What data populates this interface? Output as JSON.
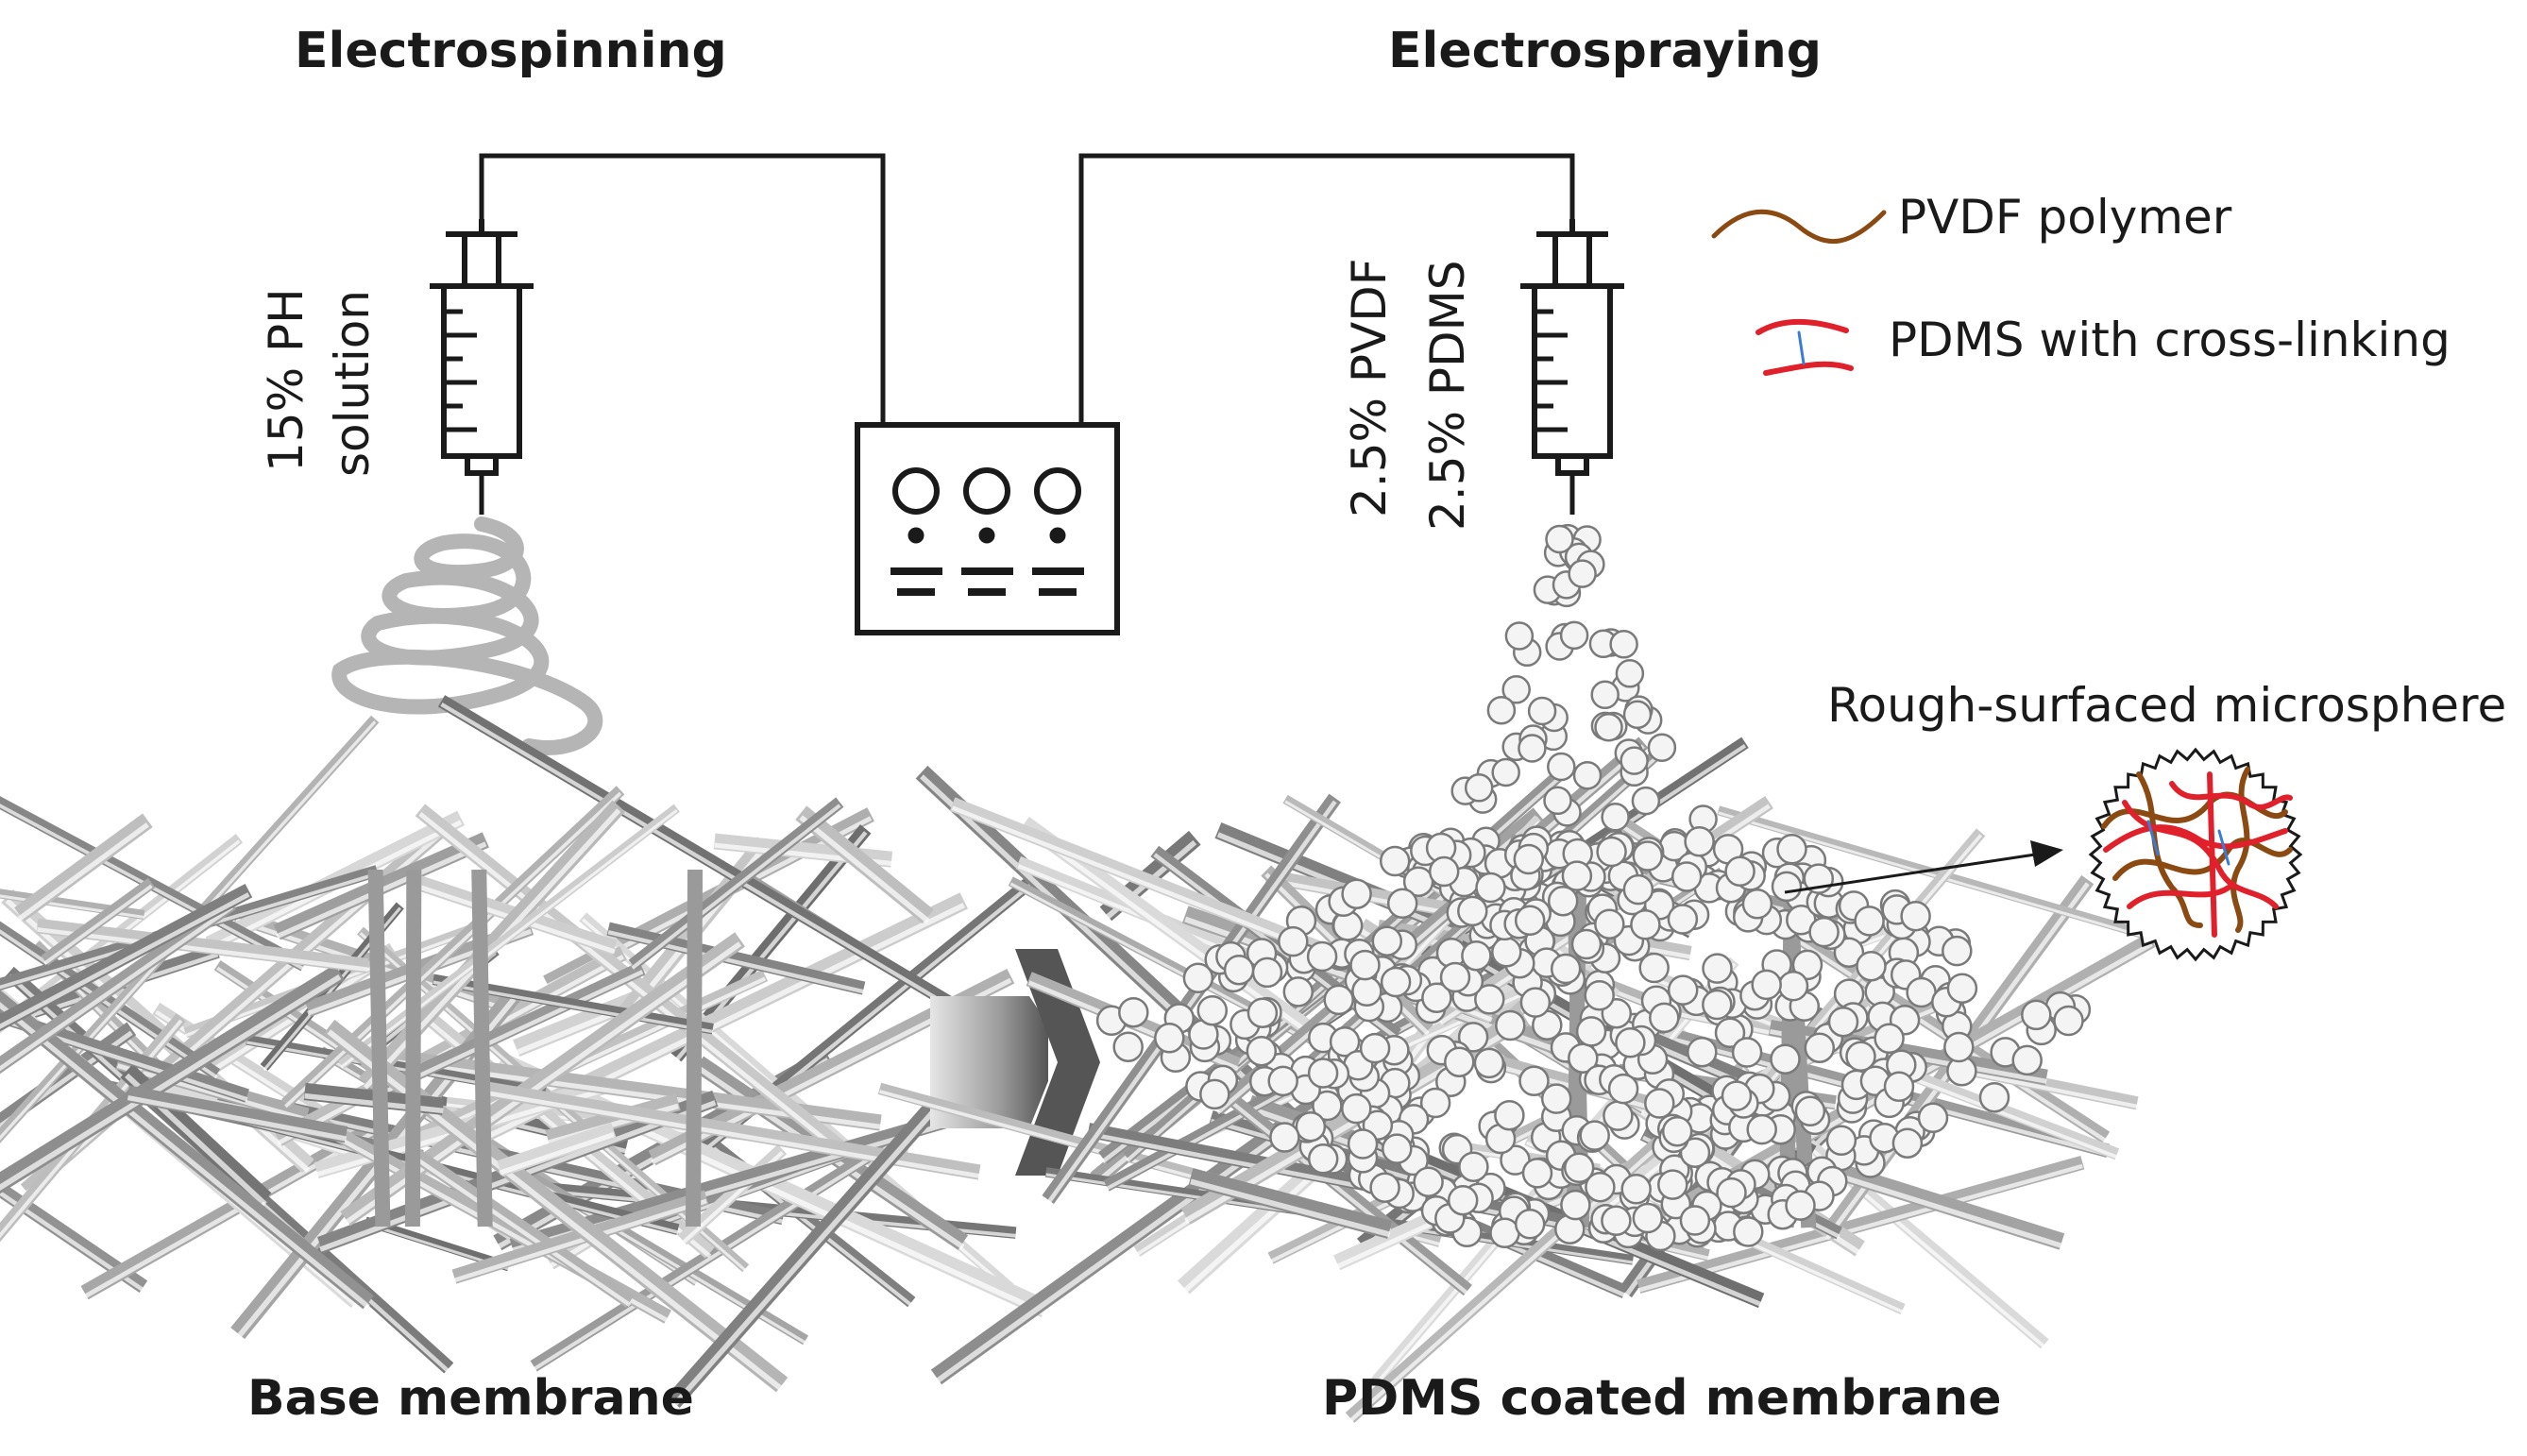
{
  "labels": {
    "electrospinning": "Electrospinning",
    "electrospraying": "Electrospraying",
    "base_membrane": "Base membrane",
    "pdms_membrane": "PDMS coated membrane",
    "solution_line1": "15% PH",
    "solution_line2": "solution",
    "spray_line1": "2.5% PVDF",
    "spray_line2": "2.5% PDMS",
    "microsphere": "Rough-surfaced microsphere"
  },
  "legend": [
    {
      "label": "PVDF polymer",
      "icon": "brown-wavy-line",
      "color": "#8b4a12"
    },
    {
      "label": "PDMS with cross-linking",
      "icon": "red-crosslink",
      "color": "#e0202a"
    }
  ],
  "colors": {
    "line": "#1a1a1a",
    "fiber": "#8c8c8c",
    "coil": "#b5b5b5",
    "sphere_fill": "#f4f4f4",
    "sphere_stroke": "#7a7a7a",
    "pvdf": "#8b4a12",
    "pdms": "#e0202a"
  }
}
